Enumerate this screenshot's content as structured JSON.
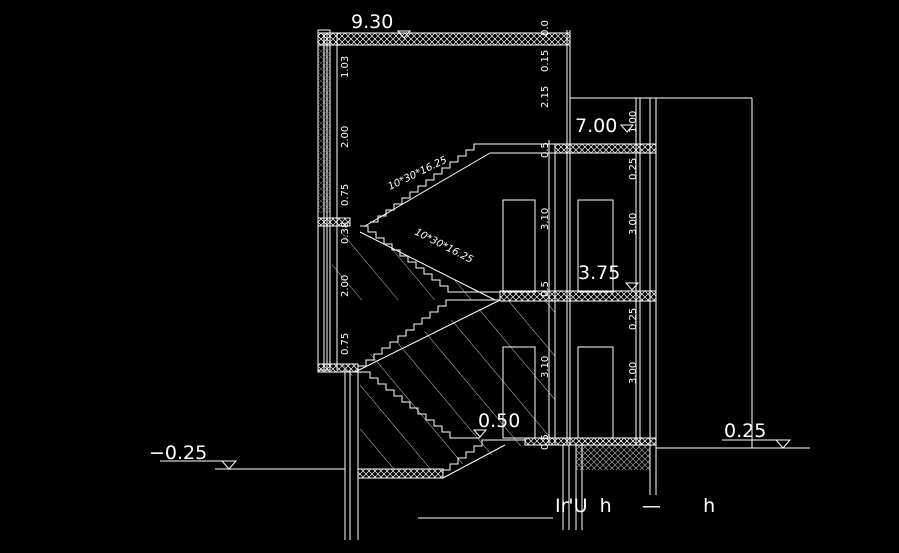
{
  "levels": {
    "top": "9.30",
    "mid_upper": "7.00",
    "mid": "3.75",
    "landing": "0.50",
    "ground_right": "0.25",
    "ground_left": "−0.25"
  },
  "dims_left": [
    "1.03",
    "2.00",
    "0.75",
    "0.38",
    "2.00",
    "0.75"
  ],
  "dims_center": [
    "0.15",
    "2.15",
    "0.5",
    "3.10",
    "0.5",
    "3.10",
    "0.5"
  ],
  "dims_center_top": "0.0",
  "dims_right": [
    "1.00",
    "0.25",
    "3.00",
    "0.25",
    "3.00"
  ],
  "stair_labels": [
    "10*30*16.25",
    "10*30*16.25"
  ],
  "caption": "Ir'U  h     —       h",
  "colors": {
    "background": "#000000",
    "lines": "#ffffff"
  }
}
